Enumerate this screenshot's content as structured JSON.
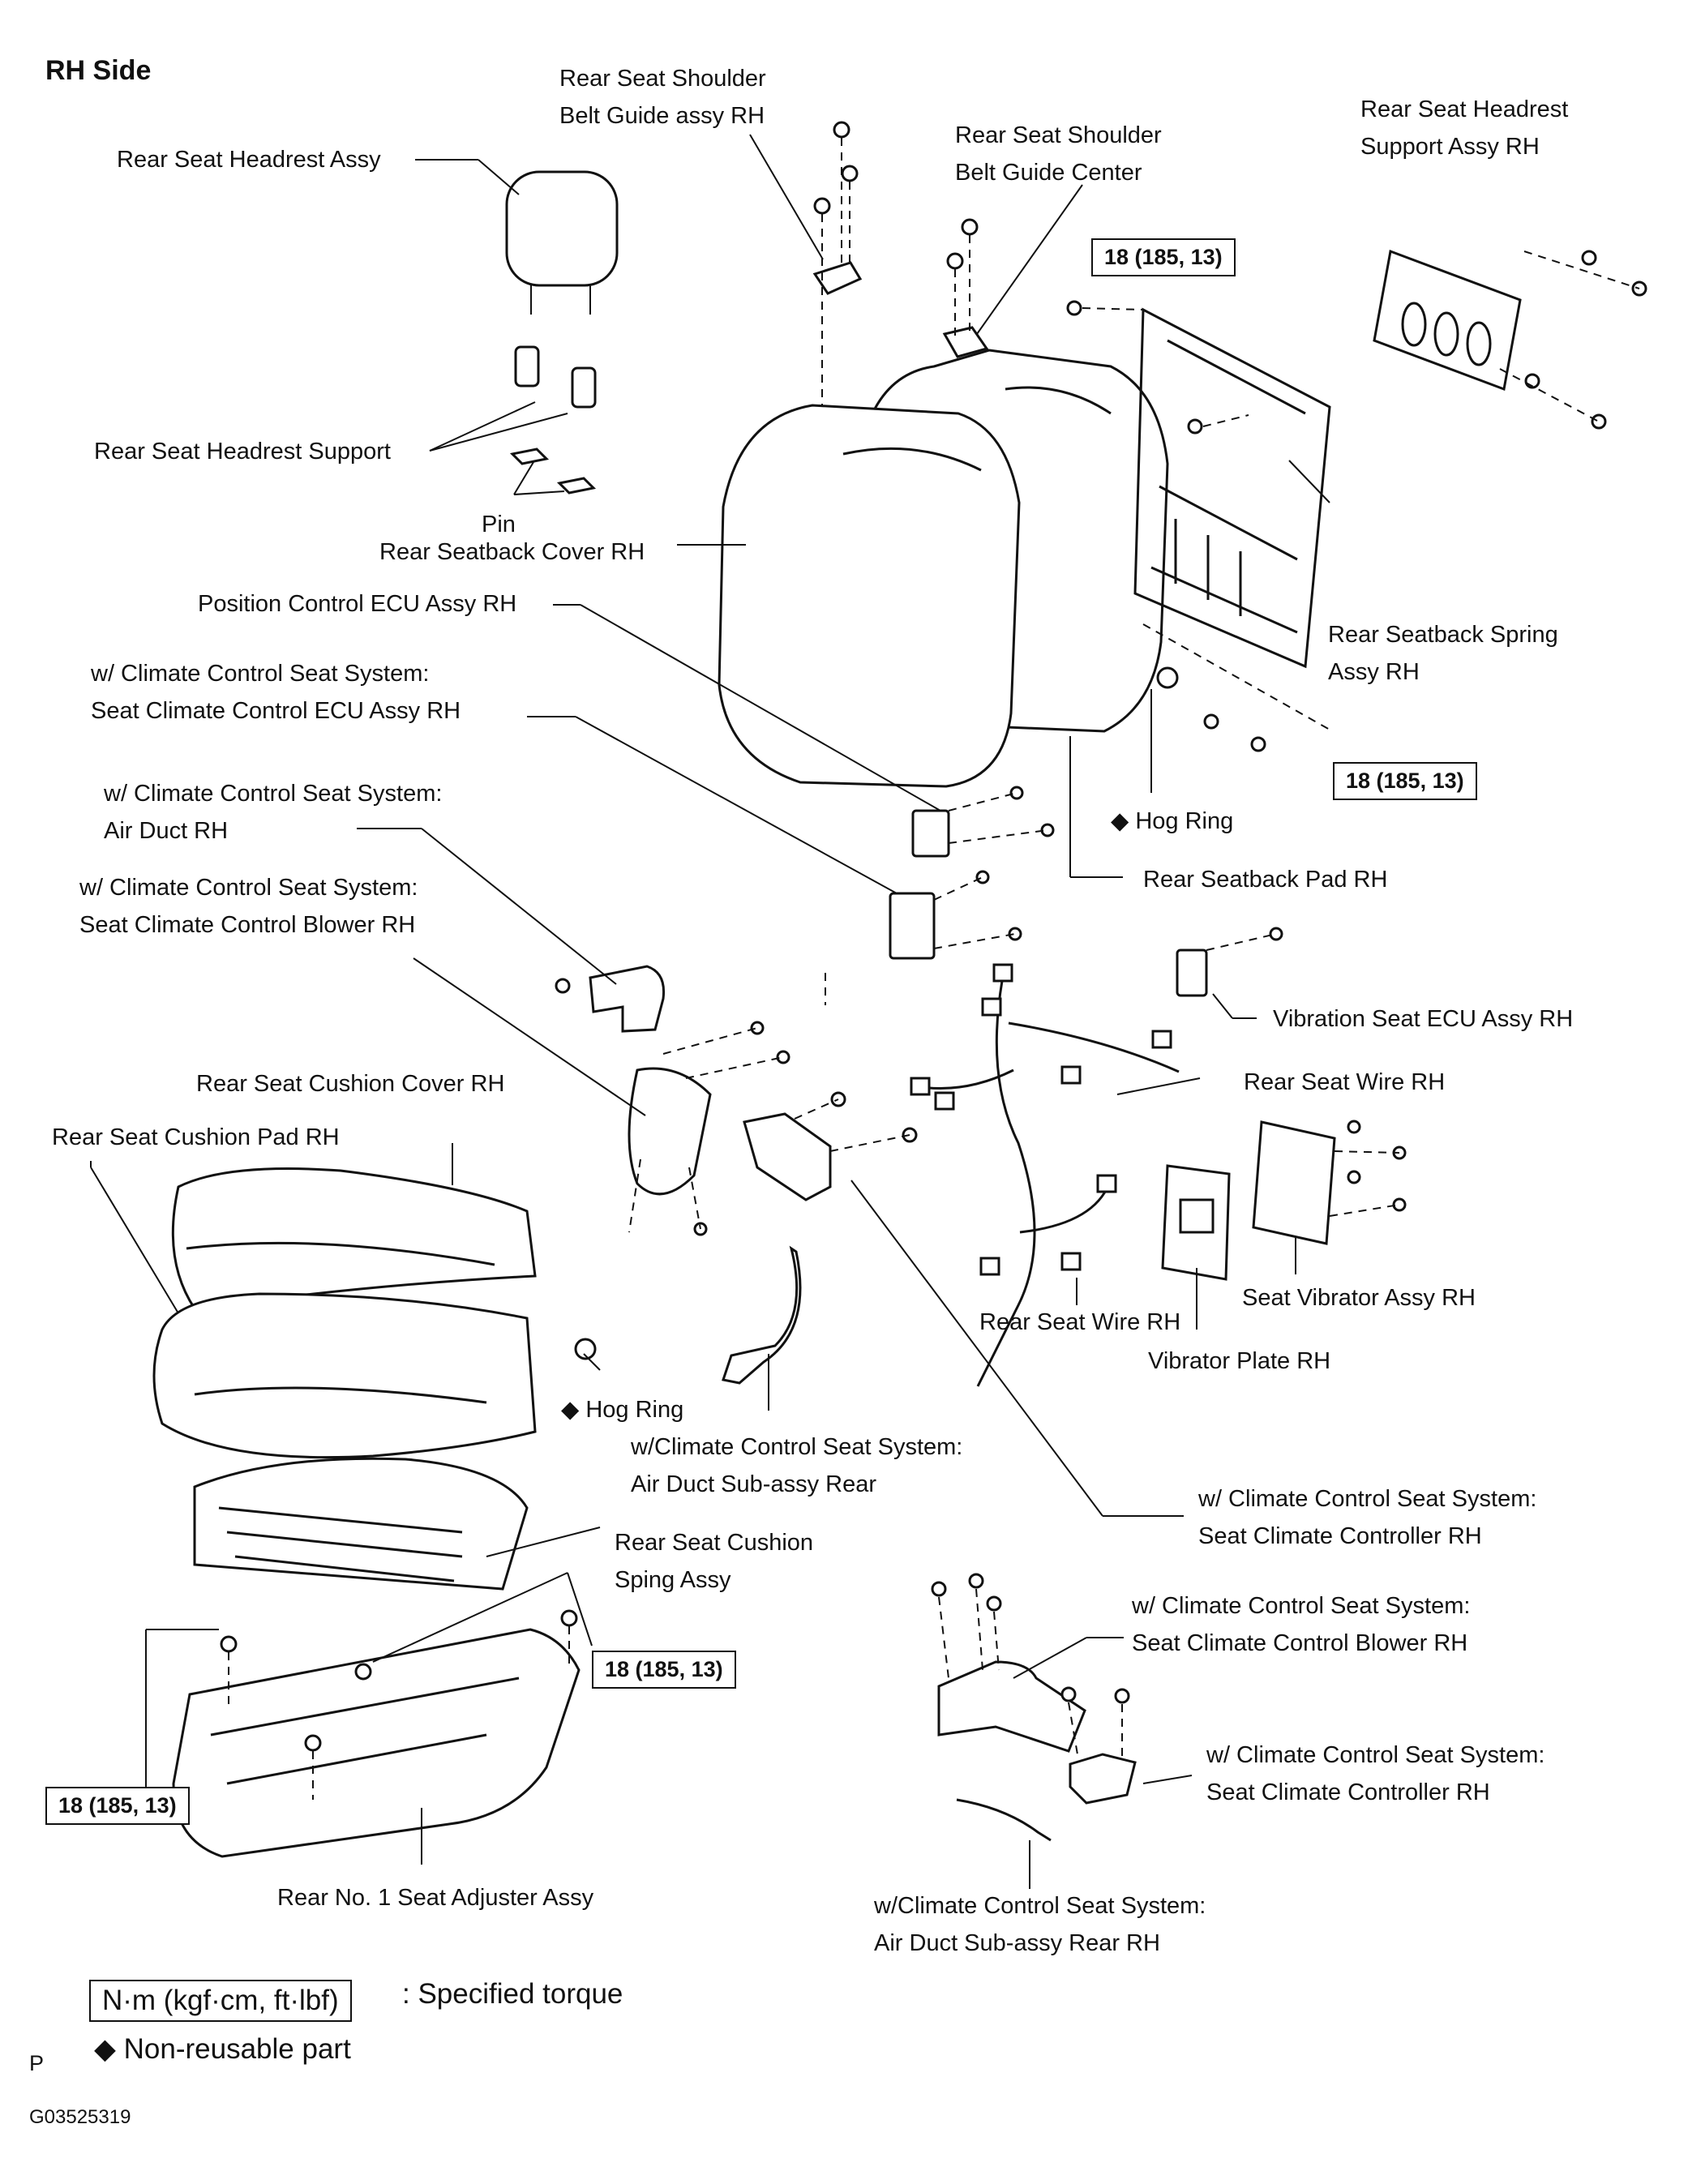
{
  "title": "RH Side",
  "labels": {
    "shoulder_belt_guide_rh": [
      "Rear Seat Shoulder",
      "Belt Guide assy RH"
    ],
    "shoulder_belt_guide_center": [
      "Rear Seat Shoulder",
      "Belt Guide Center"
    ],
    "headrest_support_assy": [
      "Rear Seat Headrest",
      "Support Assy RH"
    ],
    "headrest_assy": "Rear Seat Headrest Assy",
    "headrest_support": "Rear Seat Headrest Support",
    "pin": "Pin",
    "seatback_cover": "Rear Seatback Cover RH",
    "position_control_ecu": "Position Control ECU Assy RH",
    "climate_ecu": [
      "w/ Climate Control Seat System:",
      "Seat Climate Control ECU Assy RH"
    ],
    "air_duct": [
      "w/ Climate Control Seat System:",
      "Air Duct RH"
    ],
    "blower": [
      "w/ Climate Control Seat System:",
      "Seat Climate Control Blower RH"
    ],
    "seatback_spring": [
      "Rear Seatback Spring",
      "Assy RH"
    ],
    "hog_ring_upper": "◆ Hog Ring",
    "seatback_pad": "Rear Seatback Pad RH",
    "vibration_ecu": "Vibration Seat ECU Assy RH",
    "wire_upper": "Rear Seat Wire RH",
    "cushion_cover": "Rear Seat Cushion Cover RH",
    "cushion_pad": "Rear Seat Cushion Pad RH",
    "seat_vibrator": "Seat Vibrator Assy RH",
    "wire_lower": "Rear Seat Wire RH",
    "vibrator_plate": "Vibrator Plate RH",
    "hog_ring_lower": "◆ Hog Ring",
    "air_duct_rear": [
      "w/Climate Control Seat System:",
      "Air Duct Sub-assy Rear"
    ],
    "climate_controller": [
      "w/ Climate Control Seat System:",
      "Seat Climate Controller RH"
    ],
    "cushion_spring": [
      "Rear Seat Cushion",
      "Sping Assy"
    ],
    "blower_lower": [
      "w/ Climate Control Seat System:",
      "Seat Climate Control Blower RH"
    ],
    "climate_controller_lower": [
      "w/ Climate Control Seat System:",
      "Seat Climate Controller RH"
    ],
    "air_duct_rear_rh": [
      "w/Climate Control Seat System:",
      "Air Duct Sub-assy Rear RH"
    ],
    "adjuster": "Rear No. 1 Seat Adjuster Assy"
  },
  "torque_specs": [
    "18 (185, 13)",
    "18 (185, 13)",
    "18 (185, 13)",
    "18 (185, 13)"
  ],
  "legend": {
    "unit_box": "N·m (kgf·cm, ft·lbf)",
    "unit_text": ": Specified torque",
    "non_reusable": "◆ Non-reusable part"
  },
  "footer": {
    "mark": "P",
    "code": "G03525319"
  }
}
